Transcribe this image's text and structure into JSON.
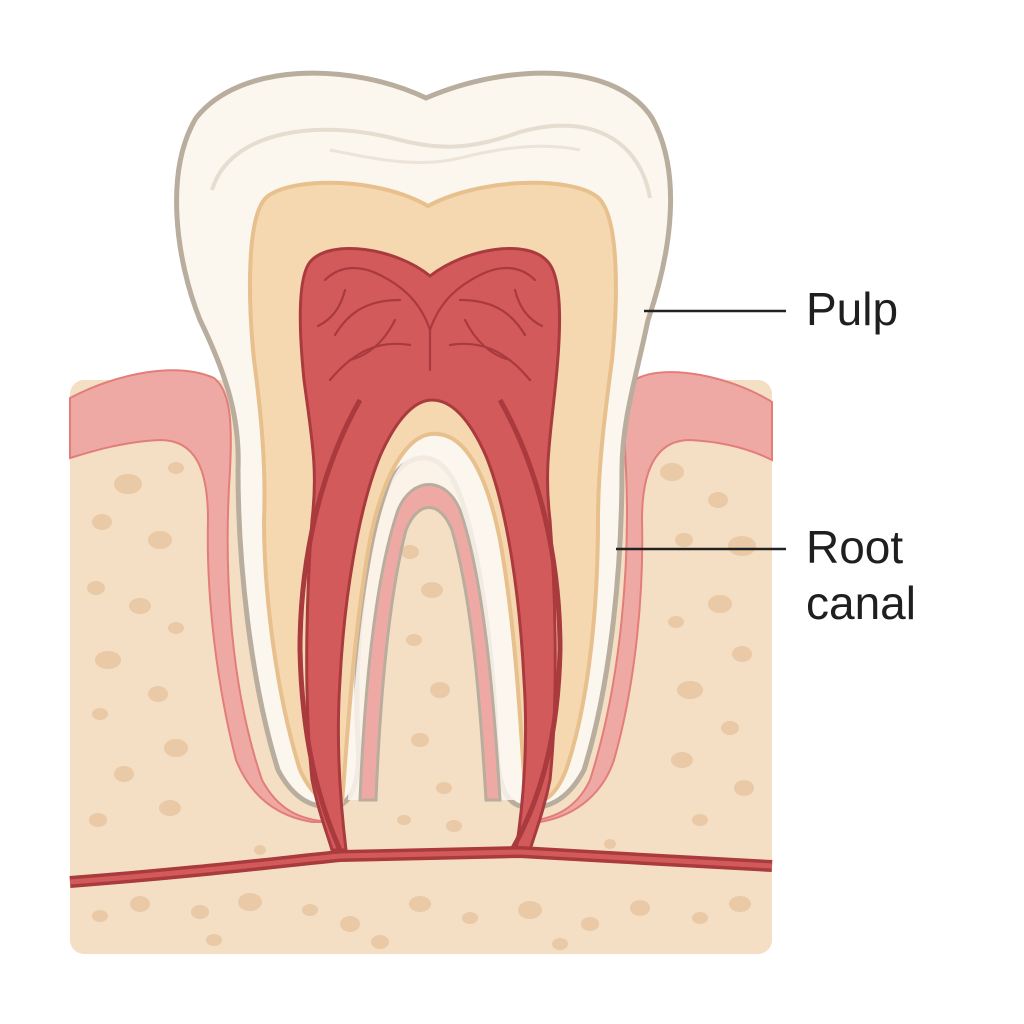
{
  "labels": {
    "pulp": "Pulp",
    "root_canal_line1": "Root",
    "root_canal_line2": "canal"
  },
  "colors": {
    "bone": "#f4dfc4",
    "bone_pore": "#e9c9a6",
    "gum": "#eea9a4",
    "gum_edge": "#e27d7a",
    "enamel": "#fbf6ee",
    "enamel_outline": "#b9ad9e",
    "dentin": "#f5d7b0",
    "dentin_edge": "#e8c08d",
    "pulp": "#d35a5a",
    "vessel": "#a93a3e",
    "leader_line": "#222222"
  }
}
